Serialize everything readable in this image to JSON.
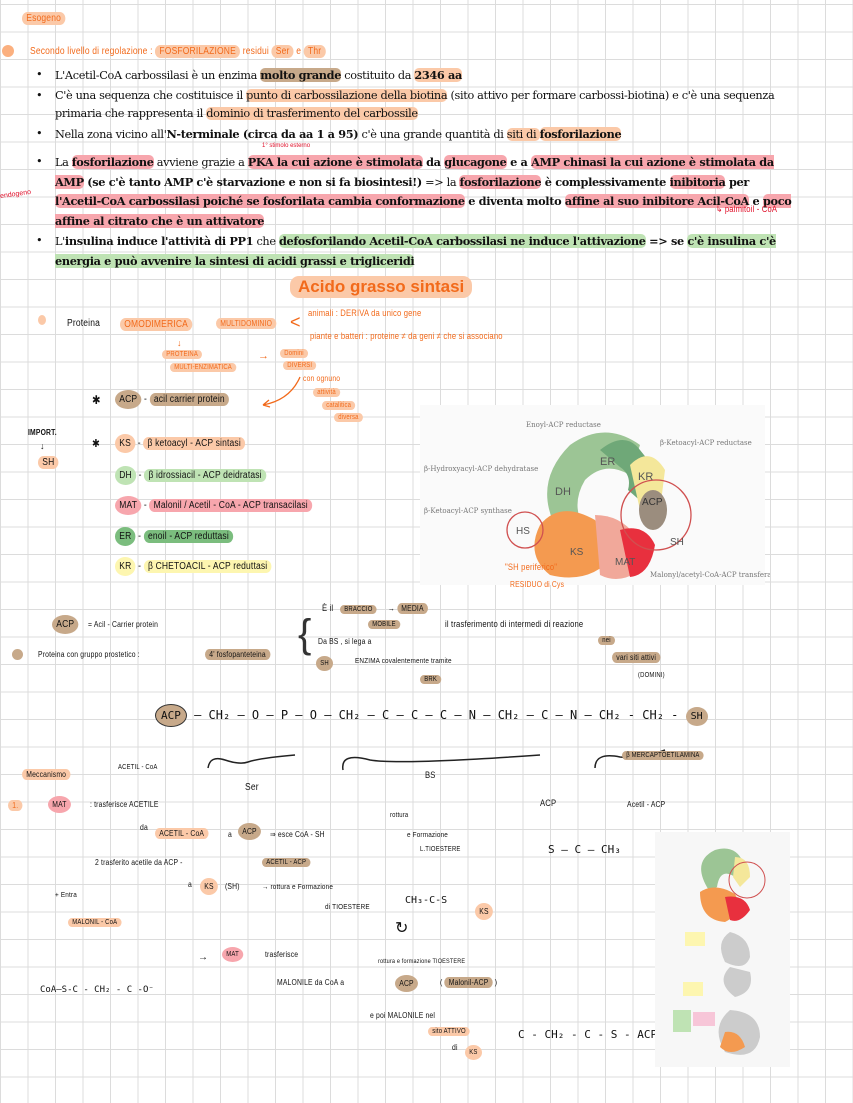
{
  "top_note": "Esogeno",
  "heading": {
    "text": "Secondo livello di regolazione :",
    "key": "FOSFORILAZIONE",
    "residues": "residui",
    "ser": "Ser",
    "and": "e",
    "thr": "Thr"
  },
  "bullets": [
    [
      {
        "t": "L'Acetil-CoA carbossilasi è un enzima "
      },
      {
        "t": "molto grande",
        "b": 1,
        "h": "hb"
      },
      {
        "t": " costituito da "
      },
      {
        "t": "2346 aa",
        "b": 1,
        "h": "ho"
      }
    ],
    [
      {
        "t": "C'è una sequenza che costituisce il "
      },
      {
        "t": "punto di carbossilazione della biotina",
        "h": "ho"
      },
      {
        "t": " (sito attivo per formare carbossi-biotina) e c'è una sequenza primaria che rappresenta il "
      },
      {
        "t": "dominio di trasferimento del carbossile",
        "h": "ho"
      }
    ],
    [
      {
        "t": "Nella zona vicino all'"
      },
      {
        "t": "N-terminale (circa da aa 1 a 95)",
        "b": 1
      },
      {
        "t": " c'è una grande quantità di "
      },
      {
        "t": "siti di ",
        "h": "ho"
      },
      {
        "t": "fosforilazione",
        "b": 1,
        "h": "ho"
      }
    ],
    [
      {
        "t": "La "
      },
      {
        "t": "fosforilazione",
        "b": 1,
        "h": "hp"
      },
      {
        "t": " avviene grazie a "
      },
      {
        "t": "PKA la cui azione è stimolata",
        "b": 1,
        "h": "hp"
      },
      {
        "t": " da ",
        "b": 1
      },
      {
        "t": "glucagone",
        "b": 1,
        "h": "hp"
      },
      {
        "t": " e a ",
        "b": 1
      },
      {
        "t": "AMP chinasi la cui azione è stimolata da AMP",
        "b": 1,
        "h": "hp"
      },
      {
        "t": " (se c'è tanto AMP c'è starvazione e non si fa biosintesi!)",
        "b": 1
      },
      {
        "t": " => la "
      },
      {
        "t": "fosforilazione",
        "b": 1,
        "h": "hp"
      },
      {
        "t": " è complessivamente ",
        "b": 1
      },
      {
        "t": "inibitoria",
        "b": 1,
        "h": "hp"
      },
      {
        "t": " per ",
        "b": 1
      },
      {
        "t": "l'Acetil-CoA carbossilasi poiché se fosforilata cambia conformazione",
        "b": 1,
        "h": "hp"
      },
      {
        "t": " e diventa molto ",
        "b": 1
      },
      {
        "t": "affine al suo inibitore Acil-CoA",
        "b": 1,
        "h": "hp"
      },
      {
        "t": " e ",
        "b": 1
      },
      {
        "t": "poco affine al citrato che è un attivatore",
        "b": 1,
        "h": "hp"
      }
    ],
    [
      {
        "t": "L'"
      },
      {
        "t": "insulina induce l'attività di PP1",
        "b": 1
      },
      {
        "t": " che "
      },
      {
        "t": "defosforilando Acetil-CoA carbossilasi ne induce l'attivazione",
        "b": 1,
        "h": "hg"
      },
      {
        "t": " => se ",
        "b": 1
      },
      {
        "t": "c'è insulina c'è energia e può avvenire la sintesi di acidi grassi e trigliceridi",
        "b": 1,
        "h": "hg"
      }
    ]
  ],
  "notes": {
    "stimolo": "1° stimolo esterno",
    "endogeno": "endogeno",
    "palmitoil": "↳ palmitoil - CoA"
  },
  "section_title": "Acido grasso sintasi",
  "protein": {
    "label": "Proteina",
    "omodimerica": "OMODIMERICA",
    "multidominio": "MULTIDOMINIO",
    "animali": "animali :  DERIVA da unico gene",
    "piante": "piante e batteri :  proteine ≠ da geni ≠ che si associano",
    "multienz1": "PROTEINA",
    "multienz2": "MULTI-ENZIMATICA",
    "domini1": "Domini",
    "domini2": "DIVERSI",
    "attivita": [
      "con ognuno",
      "attività",
      "catalitica",
      "diversa"
    ]
  },
  "domains": [
    {
      "abbr": "ACP",
      "name": "acil carrier protein",
      "h": "hb"
    },
    {
      "abbr": "KS",
      "name": "β ketoacyl - ACP sintasi",
      "h": "ho"
    },
    {
      "abbr": "DH",
      "name": "β idrossiacil - ACP deidratasi",
      "h": "hg"
    },
    {
      "abbr": "MAT",
      "name": "Malonil / Acetil - CoA - ACP transacilasi",
      "h": "hp"
    },
    {
      "abbr": "ER",
      "name": "enoil - ACP reduttasi",
      "h": "hdg"
    },
    {
      "abbr": "KR",
      "name": "β CHETOACIL - ACP reduttasi",
      "h": "hy"
    }
  ],
  "important": "IMPORT.",
  "sh": "SH",
  "figure": {
    "enoyl": "Enoyl-ACP reductase",
    "ketoacyl_red": "β-Ketoacyl-ACP reductase",
    "hydroxy": "β-Hydroxyacyl-ACP dehydratase",
    "ketoacyl_syn": "β-Ketoacyl-ACP synthase",
    "malonyl": "Malonyl/acetyl-CoA-ACP transferase",
    "ER": "ER",
    "KR": "KR",
    "DH": "DH",
    "ACP": "ACP",
    "HS": "HS",
    "KS": "KS",
    "MAT": "MAT",
    "SH": "SH",
    "note1": "\"SH periferico\"",
    "note2": "RESIDUO di Cys"
  },
  "acp": {
    "abbr": "ACP",
    "def": "= Acil - Carrier protein",
    "group": "Proteina con gruppo prostetico :",
    "fosfo": "4' fosfopanteteina",
    "braccio_pre": "È il",
    "braccio": "BRACCIO",
    "mobile": "MOBILE",
    "media": "MEDIA",
    "trasf": "il trasferimento di intermedi di reazione",
    "nei": "nei",
    "siti": "vari siti attivi",
    "domini": "(DOMINI)",
    "da": "Da BS , si lega a",
    "sh": "SH",
    "enzima": "ENZIMA covalentemente tramite",
    "brk": "BRK",
    "formula": [
      "ACP",
      "— CH₂ — O —",
      "P",
      "— O — CH₂ —",
      "C",
      "—",
      "C",
      "—",
      "C",
      "— N — CH₂ —",
      "C",
      "— N — CH₂ - CH₂ -",
      "SH"
    ],
    "ser": "Ser",
    "bs": "BS",
    "mercapto": "β MERCAPTOETILAMINA"
  },
  "mech": {
    "title": "Meccanismo",
    "acetil_coa": "ACETIL - CoA",
    "n1": "1.",
    "mat": "MAT",
    "trasf": ": trasferisce  ACETILE",
    "da": "da",
    "acetilcoa": "ACETIL - CoA",
    "a": "a",
    "acp": "ACP",
    "esce": "⇒ esce CoA - SH",
    "rottura": "rottura",
    "form": "e Formazione",
    "tioest": "L.TIOESTERE",
    "step2": "2  trasferito acetile da ACP  -",
    "acetilacp": "ACETIL - ACP",
    "aks": "a",
    "ks": "KS",
    "ksh": "(SH)",
    "rott2": "→ rottura e Formazione",
    "tioest2": "di TIOESTERE",
    "entra": "+  Entra",
    "malonil": "MALONIL - CoA",
    "mat2": "MAT",
    "trasf2": "trasferisce",
    "malonile": "MALONILE  da   CoA a",
    "acp2": "ACP",
    "malacp": "Malonil-ACP",
    "rottura3": "rottura e formazione TIOESTERE",
    "poi": "e     poi MALONILE nel",
    "sito": "sito ATTIVO",
    "di": "di",
    "ks2": "KS",
    "acp_lbl": "ACP",
    "acetilacp_lbl": "Acetil - ACP",
    "thio": "CH₃-C-S",
    "ks3": "KS",
    "malonyl_formula": "CoA—S-C - CH₂ - C -O⁻",
    "final_formula": "C - CH₂ - C - S - ACP",
    "acetyl_acp": "S — C — CH₃"
  }
}
